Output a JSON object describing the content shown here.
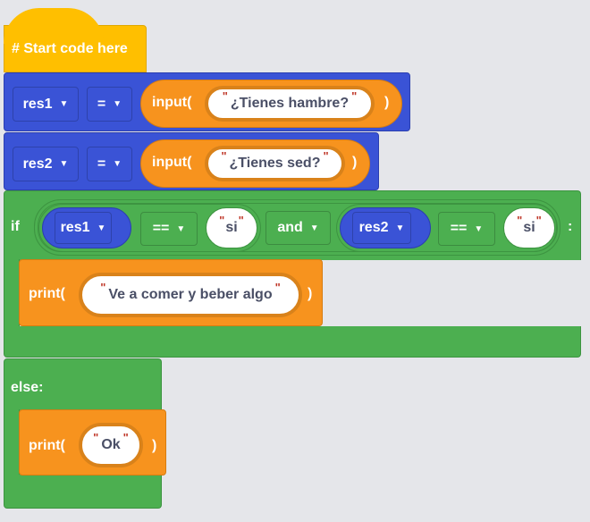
{
  "hat": {
    "label": "# Start code here"
  },
  "assign1": {
    "var": "res1",
    "op": "=",
    "func": "input(",
    "string": "¿Tienes hambre?",
    "close": ")"
  },
  "assign2": {
    "var": "res2",
    "op": "=",
    "func": "input(",
    "string": "¿Tienes sed?",
    "close": ")"
  },
  "if_block": {
    "keyword": "if",
    "left_var": "res1",
    "left_op": "==",
    "left_value": "si",
    "logic": "and",
    "right_var": "res2",
    "right_op": "==",
    "right_value": "si",
    "colon": ":"
  },
  "print1": {
    "func": "print(",
    "string": "Ve a comer y beber algo",
    "close": ")"
  },
  "else_block": {
    "keyword": "else:"
  },
  "print2": {
    "func": "print(",
    "string": "Ok",
    "close": ")"
  },
  "quote": "\"",
  "caret": "▼",
  "colors": {
    "blue": "#3a53d6",
    "green": "#4caf50",
    "orange": "#f7931e",
    "yellow": "#ffbf00"
  }
}
